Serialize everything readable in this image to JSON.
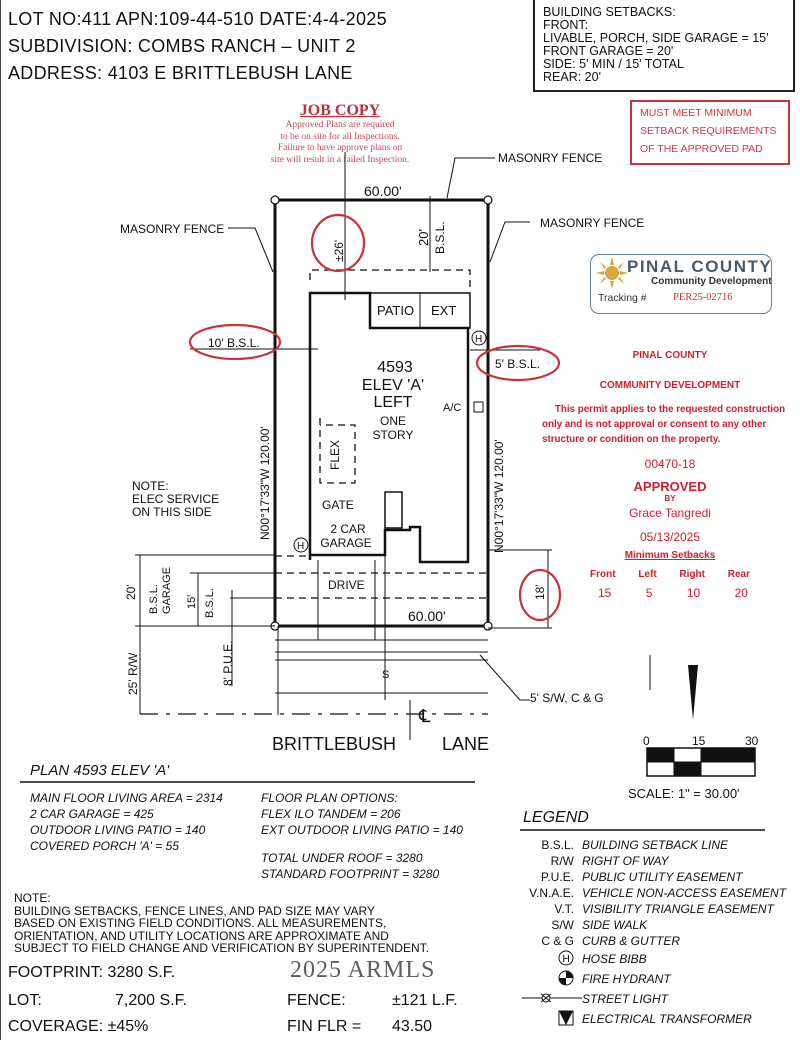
{
  "header": {
    "lot_line": "LOT NO:411  APN:109-44-510  DATE:4-4-2025",
    "subdivision_line": "SUBDIVISION: COMBS RANCH – UNIT 2",
    "address_line": "ADDRESS: 4103 E BRITTLEBUSH LANE"
  },
  "setbacks_box": {
    "lines": [
      "BUILDING SETBACKS:",
      "FRONT:",
      "LIVABLE, PORCH, SIDE GARAGE = 15'",
      "FRONT GARAGE = 20'",
      "SIDE: 5' MIN / 15' TOTAL",
      "REAR: 20'"
    ]
  },
  "warning_box": {
    "lines": [
      "MUST MEET MINIMUM",
      "SETBACK REQUIREMENTS",
      "OF THE APPROVED PAD"
    ]
  },
  "job_copy": {
    "title": "JOB COPY",
    "lines": [
      "Approved Plans are required",
      "to be on site for all Inspections.",
      "Failure to have approve plans on",
      "site will result in a failed Inspection."
    ]
  },
  "stamp": {
    "name": "PINAL COUNTY",
    "dept": "Community Development",
    "tracking_label": "Tracking #",
    "tracking_no": "PER25-02716"
  },
  "approval": {
    "org1": "PINAL COUNTY",
    "org2": "COMMUNITY DEVELOPMENT",
    "disclaimer": [
      "This permit applies to the requested construction",
      "only and is not approval or consent to any other",
      "structure or condition on the property."
    ],
    "number": "00470-18",
    "status": "APPROVED",
    "by": "BY",
    "approver": "Grace Tangredi",
    "date": "05/13/2025",
    "min_title": "Minimum Setbacks",
    "min_headers": [
      "Front",
      "Left",
      "Right",
      "Rear"
    ],
    "min_values": [
      "15",
      "5",
      "10",
      "20"
    ]
  },
  "plot": {
    "masonry_fence": "MASONRY FENCE",
    "width_top": "60.00'",
    "width_bottom": "60.00'",
    "rear_setback_val": "20'",
    "bsl": "B.S.L.",
    "rear_dim": "±26'",
    "left_bsl": "10' B.S.L.",
    "right_bsl": "5' B.S.L.",
    "front_dim": "18'",
    "patio": "PATIO",
    "ext": "EXT",
    "plan_no": "4593",
    "elev": "ELEV 'A'",
    "hand": "LEFT",
    "stories1": "ONE",
    "stories2": "STORY",
    "ac": "A/C",
    "flex": "FLEX",
    "gate": "GATE",
    "garage1": "2 CAR",
    "garage2": "GARAGE",
    "drive": "DRIVE",
    "bearing_left": "N00°17'33\"W   120.00'",
    "bearing_right": "N00°17'33\"W   120.00'",
    "elec_note": [
      "NOTE:",
      "ELEC SERVICE",
      "ON THIS SIDE"
    ],
    "garage_bsl_val": "20'",
    "garage_bsl_a": "B.S.L.",
    "garage_bsl_b": "GARAGE",
    "front_bsl_val": "15'",
    "front_bsl": "B.S.L.",
    "pue": "8' P.U.E.",
    "rw": "25' R/W",
    "sw": "5' S/W, C & G",
    "street1": "BRITTLEBUSH",
    "street2": "LANE",
    "hose": "H",
    "sewer": "S",
    "centerline": "℄"
  },
  "scale": {
    "ticks": [
      "0",
      "15",
      "30"
    ],
    "label": "SCALE: 1\" = 30.00'"
  },
  "plan_info": {
    "title": "PLAN 4593 ELEV 'A'",
    "left": [
      "MAIN FLOOR LIVING AREA = 2314",
      "2 CAR GARAGE = 425",
      "OUTDOOR LIVING PATIO = 140",
      "COVERED PORCH 'A' = 55"
    ],
    "right": [
      "FLOOR PLAN OPTIONS:",
      "FLEX ILO TANDEM = 206",
      "EXT OUTDOOR LIVING PATIO = 140"
    ],
    "totals": [
      "TOTAL UNDER ROOF = 3280",
      "STANDARD FOOTPRINT = 3280"
    ]
  },
  "note": {
    "title": "NOTE:",
    "lines": [
      "BUILDING SETBACKS, FENCE LINES, AND PAD SIZE MAY VARY",
      "BASED ON EXISTING FIELD CONDITIONS.  ALL MEASUREMENTS,",
      "ORIENTATION, AND UTILITY LOCATIONS ARE APPROXIMATE AND",
      "SUBJECT TO FIELD CHANGE AND VERIFICATION BY SUPERINTENDENT."
    ]
  },
  "summary": {
    "footprint": "FOOTPRINT: 3280 S.F.",
    "lot_label": "LOT:",
    "lot_value": "7,200 S.F.",
    "fence_label": "FENCE:",
    "fence_value": "±121 L.F.",
    "coverage": "COVERAGE: ±45%",
    "fin_flr_label": "FIN FLR =",
    "fin_flr_value": "43.50"
  },
  "watermark": "2025 ARMLS",
  "legend": {
    "title": "LEGEND",
    "items": [
      {
        "abbr": "B.S.L.",
        "text": "BUILDING SETBACK LINE"
      },
      {
        "abbr": "R/W",
        "text": "RIGHT OF WAY"
      },
      {
        "abbr": "P.U.E.",
        "text": "PUBLIC UTILITY EASEMENT"
      },
      {
        "abbr": "V.N.A.E.",
        "text": "VEHICLE NON-ACCESS EASEMENT"
      },
      {
        "abbr": "V.T.",
        "text": "VISIBILITY TRIANGLE EASEMENT"
      },
      {
        "abbr": "S/W",
        "text": "SIDE WALK"
      },
      {
        "abbr": "C & G",
        "text": "CURB & GUTTER"
      }
    ],
    "symbols": [
      {
        "icon": "hose-bibb-icon",
        "glyph": "H",
        "text": "HOSE BIBB"
      },
      {
        "icon": "fire-hydrant-icon",
        "text": "FIRE HYDRANT"
      },
      {
        "icon": "street-light-icon",
        "text": "STREET LIGHT"
      },
      {
        "icon": "electrical-transformer-icon",
        "text": "ELECTRICAL TRANSFORMER"
      }
    ]
  },
  "colors": {
    "red_markup": "#c8323c",
    "line": "#111111"
  }
}
